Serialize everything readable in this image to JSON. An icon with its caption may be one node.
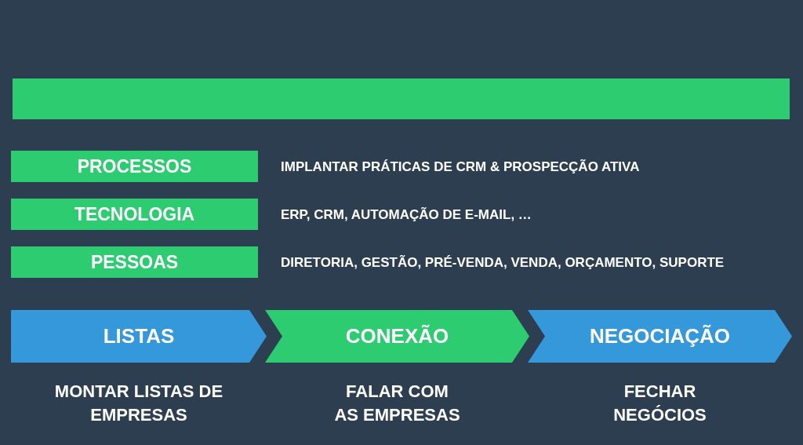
{
  "diagram": {
    "nodes": [
      {
        "text": [],
        "shape": "bar"
      },
      {
        "text": [
          "PROCESSOS"
        ],
        "beside": [
          "IMPLANTAR PRÁTICAS DE CRM & PROSPECÇÃO ATIVA"
        ]
      },
      {
        "text": [
          "TECNOLOGIA"
        ],
        "beside": [
          "ERP, CRM, AUTOMAÇÃO DE E-MAIL, …"
        ]
      },
      {
        "text": [
          "PESSOAS"
        ],
        "beside": [
          "DIRETORIA, GESTÃO, PRÉ-VENDA, VENDA, ORÇAMENTO, SUPORTE"
        ]
      },
      {
        "text": [
          "LISTAS"
        ],
        "beside": [
          "MONTAR LISTAS DE EMPRESAS"
        ]
      },
      {
        "text": [
          "CONEXÃO"
        ],
        "beside": [
          "FALAR COM AS EMPRESAS"
        ]
      },
      {
        "text": [
          "NEGOCIAÇÃO"
        ],
        "beside": [
          "FECHAR NEGÓCIOS"
        ]
      }
    ]
  }
}
